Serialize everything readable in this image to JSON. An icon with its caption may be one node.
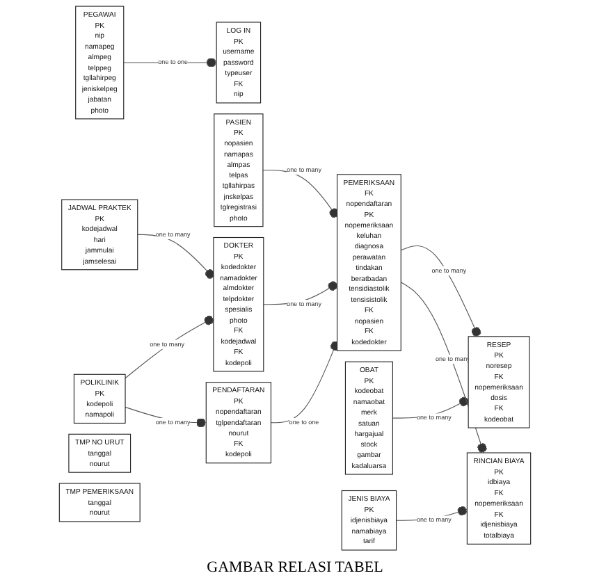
{
  "diagram": {
    "caption": "GAMBAR RELASI TABEL",
    "nodes": [
      {
        "text": [
          "LOG IN",
          "PK",
          "username",
          "password",
          "typeuser",
          "FK",
          "nip"
        ]
      },
      {
        "text": [
          "PEGAWAI",
          "PK",
          "nip",
          "namapeg",
          "almpeg",
          "telppeg",
          "tgllahirpeg",
          "jeniskelpeg",
          "jabatan",
          "photo"
        ]
      },
      {
        "text": [
          "PASIEN",
          "PK",
          "nopasien",
          "namapas",
          "almpas",
          "telpas",
          "tgllahirpas",
          "jnskelpas",
          "tglregistrasi",
          "photo"
        ]
      },
      {
        "text": [
          "PENDAFTARAN",
          "PK",
          "nopendaftaran",
          "tglpendaftaran",
          "nourut",
          "FK",
          "kodepoli"
        ]
      },
      {
        "text": [
          "JADWAL PRAKTEK",
          "PK",
          "kodejadwal",
          "hari",
          "jammulai",
          "jamselesai"
        ]
      },
      {
        "text": [
          "DOKTER",
          "PK",
          "kodedokter",
          "namadokter",
          "almdokter",
          "telpdokter",
          "spesialis",
          "photo",
          "FK",
          "kodejadwal",
          "FK",
          "kodepoli"
        ]
      },
      {
        "text": [
          "PEMERIKSAAN",
          "FK",
          "nopendaftaran",
          "PK",
          "nopemeriksaan",
          "keluhan",
          "diagnosa",
          "perawatan",
          "tindakan",
          "beratbadan",
          "tensidiastolik",
          "tensisistolik",
          "FK",
          "nopasien",
          "FK",
          "kodedokter"
        ]
      },
      {
        "text": [
          "RESEP",
          "PK",
          "noresep",
          "FK",
          "nopemeriksaan",
          "dosis",
          "FK",
          "kodeobat"
        ]
      },
      {
        "text": [
          "POLIKLINIK",
          "PK",
          "kodepoli",
          "namapoli"
        ]
      },
      {
        "text": [
          "OBAT",
          "PK",
          "kodeobat",
          "namaobat",
          "merk",
          "satuan",
          "hargajual",
          "stock",
          "gambar",
          "kadaluarsa"
        ]
      },
      {
        "text": [
          "JENIS BIAYA",
          "PK",
          "idjenisbiaya",
          "namabiaya",
          "tarif"
        ]
      },
      {
        "text": [
          "RINCIAN BIAYA",
          "PK",
          "idbiaya",
          "FK",
          "nopemeriksaan",
          "FK",
          "idjenisbiaya",
          "totalbiaya"
        ]
      },
      {
        "text": [
          "TMP NO URUT",
          "tanggal",
          "nourut"
        ]
      },
      {
        "text": [
          "TMP PEMERIKSAAN",
          "tanggal",
          "nourut"
        ]
      }
    ],
    "edges": [
      {
        "from": 1,
        "to": 0,
        "arrow": "other",
        "label": "one to one"
      },
      {
        "from": 4,
        "to": 5,
        "arrow": "other",
        "label": "one to many"
      },
      {
        "from": 8,
        "to": 5,
        "arrow": "other",
        "label": "one to many"
      },
      {
        "from": 8,
        "to": 3,
        "arrow": "other",
        "label": "one to many"
      },
      {
        "from": 2,
        "to": 6,
        "arrow": "other",
        "label": "one to many"
      },
      {
        "from": 3,
        "to": 6,
        "arrow": "other",
        "label": "one to one"
      },
      {
        "from": 5,
        "to": 6,
        "arrow": "other",
        "label": "one to many"
      },
      {
        "from": 6,
        "to": 7,
        "arrow": "other",
        "label": "one to many"
      },
      {
        "from": 9,
        "to": 7,
        "arrow": "other",
        "label": "one to many"
      },
      {
        "from": 10,
        "to": 11,
        "arrow": "other",
        "label": "one to many"
      },
      {
        "from": 6,
        "to": 11,
        "arrow": "other",
        "label": "one to many"
      }
    ]
  }
}
